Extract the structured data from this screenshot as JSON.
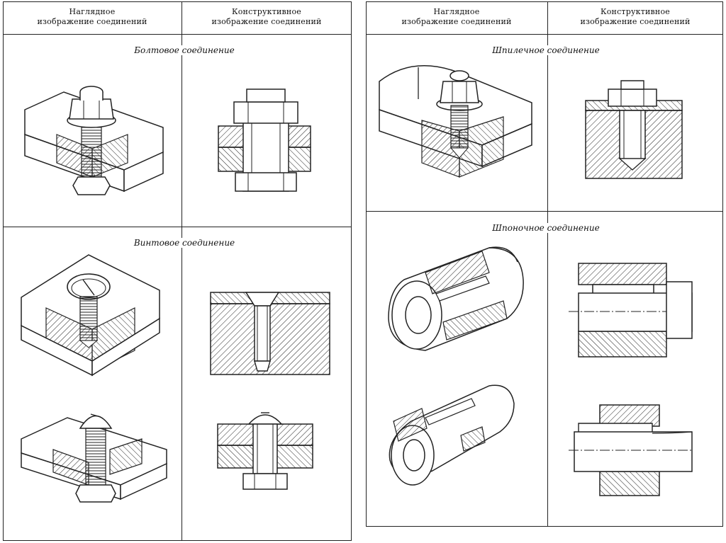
{
  "header": {
    "pictorial": [
      "Наглядное",
      "изображение соединений"
    ],
    "constructive": [
      "Конструктивное",
      "изображение соединений"
    ]
  },
  "sections": {
    "bolt": "Болтовое соединение",
    "screw": "Винтовое соединение",
    "stud": "Шпилечное соединение",
    "key": "Шпоночное соединение"
  }
}
